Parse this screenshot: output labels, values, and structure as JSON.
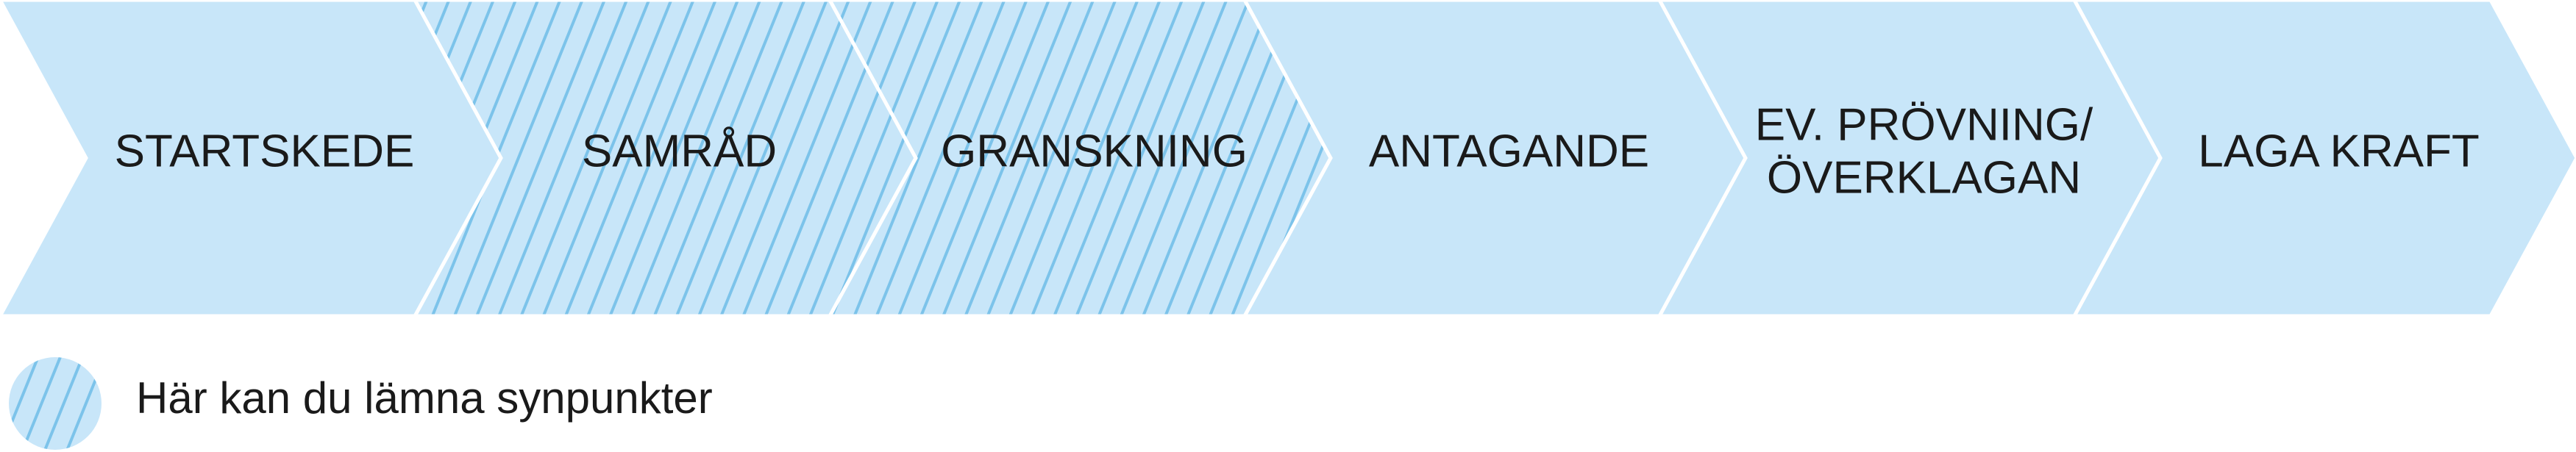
{
  "colors": {
    "chevron_fill": "#c8e6f9",
    "hatch_stroke": "#7cc3ea",
    "separator": "#ffffff",
    "text": "#1a1a1a"
  },
  "stages": [
    {
      "label_lines": [
        "STARTSKEDE"
      ],
      "hatched": false
    },
    {
      "label_lines": [
        "SAMRÅD"
      ],
      "hatched": true
    },
    {
      "label_lines": [
        "GRANSKNING"
      ],
      "hatched": true
    },
    {
      "label_lines": [
        "ANTAGANDE"
      ],
      "hatched": false
    },
    {
      "label_lines": [
        "EV. PRÖVNING/",
        "ÖVERKLAGAN"
      ],
      "hatched": false
    },
    {
      "label_lines": [
        "LAGA KRAFT"
      ],
      "hatched": false
    }
  ],
  "legend": {
    "label": "Här kan du lämna synpunkter"
  }
}
